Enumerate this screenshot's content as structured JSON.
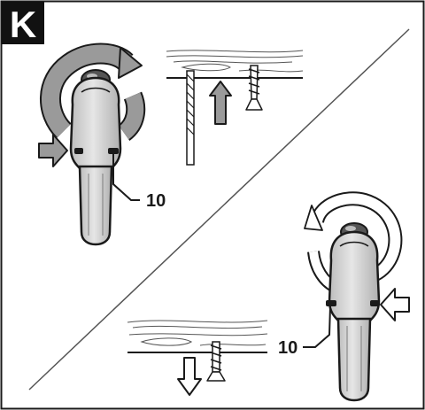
{
  "figure": {
    "letter": "K",
    "callout_top": "10",
    "callout_bottom": "10"
  },
  "colors": {
    "ink": "#1a1a1a",
    "gray_fill": "#9a9a9a",
    "tool_fill": "#d9d9d9",
    "light_fill": "#f2f2f2",
    "badge": "#111111"
  }
}
